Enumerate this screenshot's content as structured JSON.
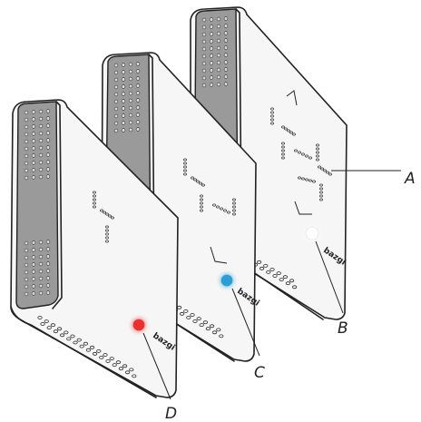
{
  "callouts": {
    "a": "A",
    "b": "B",
    "c": "C",
    "d": "D"
  },
  "brand_mark": "bazgi",
  "led_colors": {
    "b": "#ffffff",
    "c": "#2a9fd6",
    "d": "#e8312f"
  },
  "icons": {
    "device_front": "speaker-device",
    "device_middle": "speaker-device",
    "device_back": "speaker-device"
  }
}
